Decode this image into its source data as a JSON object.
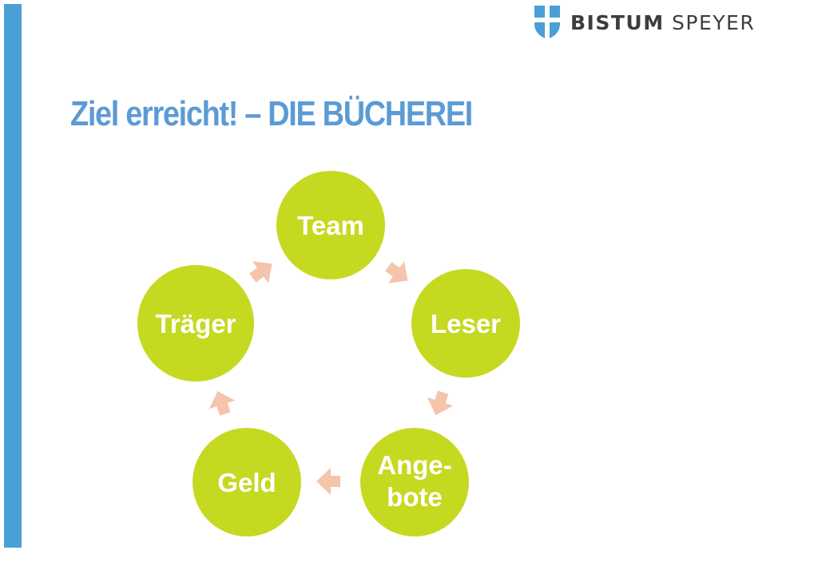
{
  "slide": {
    "title": "Ziel erreicht! – DIE BÜCHEREI"
  },
  "logo": {
    "word1": "BISTUM",
    "word2": "SPEYER"
  },
  "cycle": {
    "nodes": [
      {
        "id": "team",
        "lines": [
          "Team"
        ]
      },
      {
        "id": "leser",
        "lines": [
          "Leser"
        ]
      },
      {
        "id": "angebote",
        "lines": [
          "Ange-",
          "bote"
        ]
      },
      {
        "id": "geld",
        "lines": [
          "Geld"
        ]
      },
      {
        "id": "traeger",
        "lines": [
          "Träger"
        ]
      }
    ]
  },
  "colors": {
    "accent_bar": "#4a9fd6",
    "title": "#5b9bd5",
    "node_fill": "#c5d921",
    "arrow_fill": "#f4c4ab",
    "logo_shield": "#4a9fd6"
  }
}
